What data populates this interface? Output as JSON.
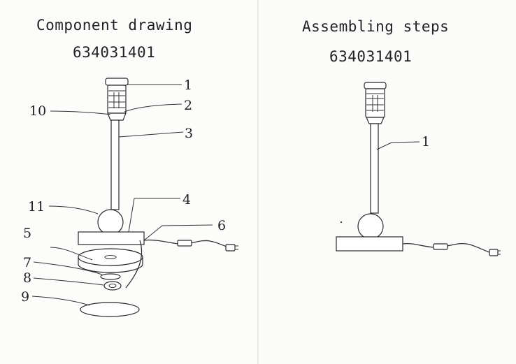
{
  "left_panel": {
    "title": "Component drawing",
    "model_number": "634031401",
    "callouts": [
      "1",
      "2",
      "3",
      "4",
      "5",
      "6",
      "7",
      "8",
      "9",
      "10",
      "11"
    ]
  },
  "right_panel": {
    "title": "Assembling steps",
    "model_number": "634031401",
    "callouts": [
      "1"
    ]
  }
}
